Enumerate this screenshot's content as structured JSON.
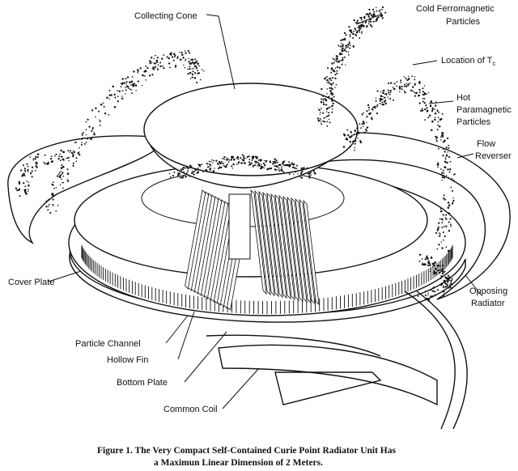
{
  "labels": {
    "collecting_cone": "Collecting Cone",
    "cold_ferromagnetic": "Cold Ferromagnetic",
    "particles": "Particles",
    "location_of_tc": "Location of T",
    "tc_subscript": "c",
    "hot": "Hot",
    "paramagnetic": "Paramagnetic",
    "flow": "Flow",
    "reverser": "Reverser",
    "opposing": "Opposing",
    "radiator": "Radiator",
    "cover_plate": "Cover Plate",
    "particle_channel": "Particle Channel",
    "hollow_fin": "Hollow Fin",
    "bottom_plate": "Bottom Plate",
    "common_coil": "Common Coil"
  },
  "caption": {
    "line1": "Figure 1.  The Very Compact Self-Contained Curie Point Radiator Unit Has",
    "line2": "a Maximun Linear Dimension of 2 Meters."
  }
}
